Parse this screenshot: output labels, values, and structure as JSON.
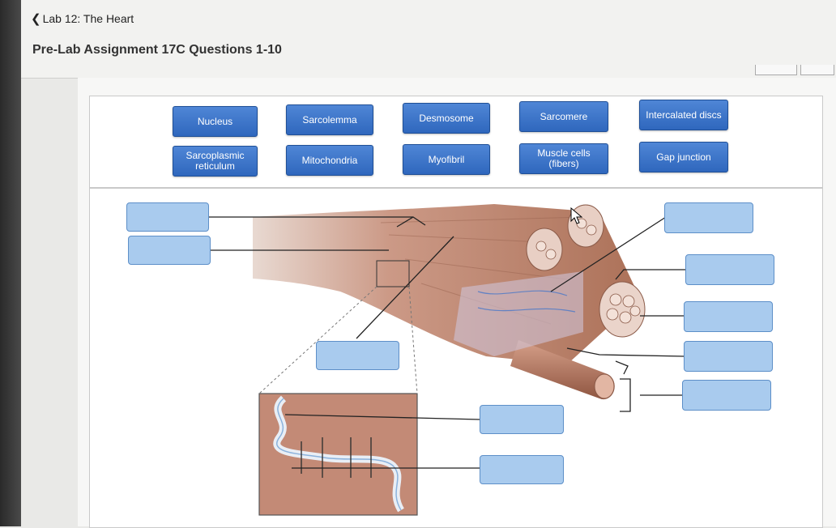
{
  "header": {
    "back_label": "Lab 12: The Heart",
    "title": "Pre-Lab Assignment 17C Questions 1-10"
  },
  "label_bank": [
    "Nucleus",
    "Sarcolemma",
    "Desmosome",
    "Sarcomere",
    "Intercalated discs",
    "Sarcoplasmic reticulum",
    "Mitochondria",
    "Myofibril",
    "Muscle cells (fibers)",
    "Gap junction"
  ],
  "colors": {
    "chip_blue": "#3a74cc",
    "drop_blue": "#a9cbee",
    "muscle_tan": "#b87a60"
  }
}
